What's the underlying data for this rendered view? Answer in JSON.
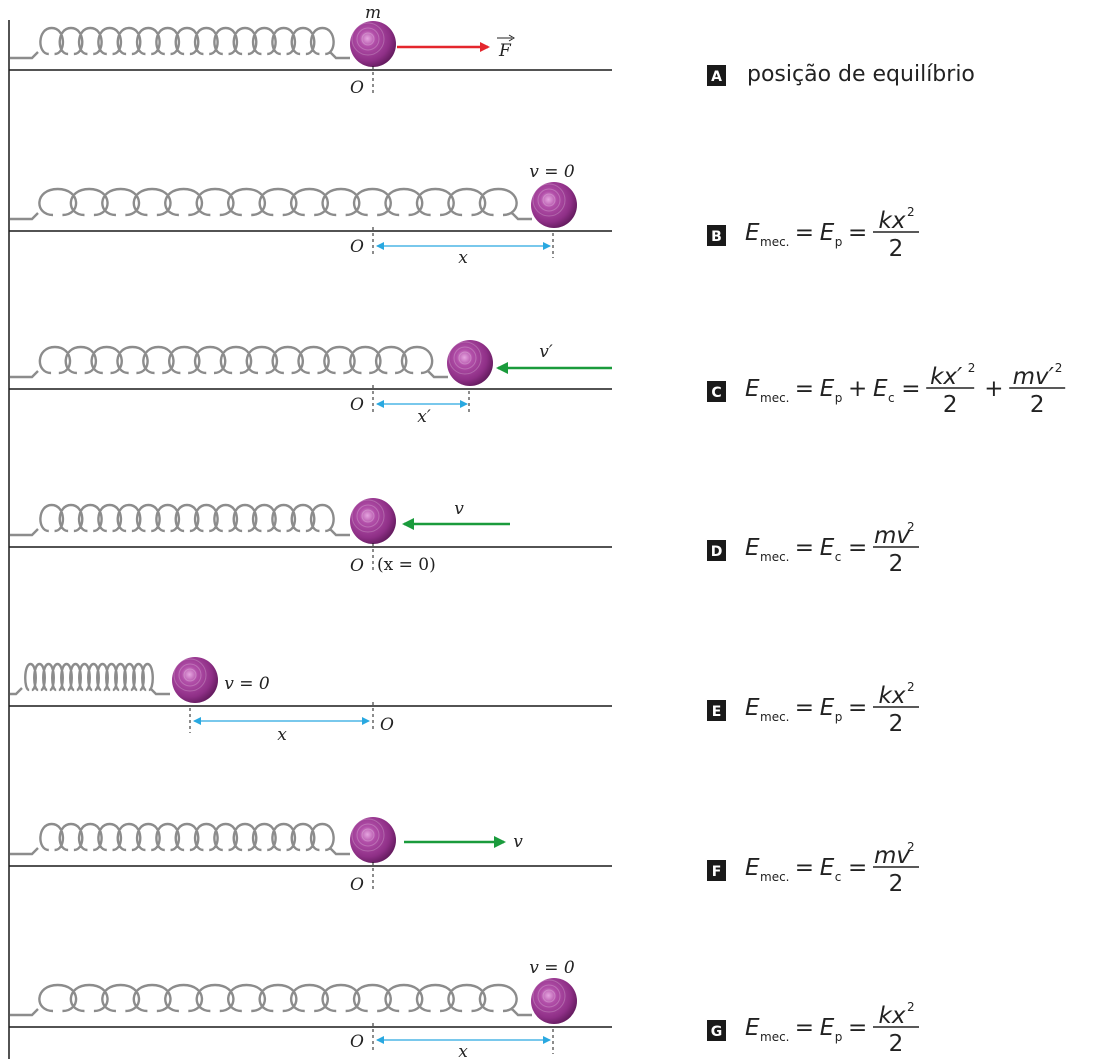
{
  "colors": {
    "ball": "#8e2f86",
    "spring": "#8c8c8c",
    "force_arrow": "#e4262d",
    "velocity_arrow": "#1a9b3c",
    "dimension_arrow": "#29a8e0",
    "tag_bg": "#1a1a1a"
  },
  "labels": {
    "mass": "m",
    "force": "F",
    "origin": "O",
    "v_zero": "v = 0",
    "x": "x",
    "x_prime": "x′",
    "v_prime": "v′",
    "v": "v",
    "x_eq_zero": "(x = 0)"
  },
  "equations": {
    "A": {
      "tag": "A",
      "text": "posição de equilíbrio"
    },
    "B": {
      "tag": "B",
      "lhs": "E",
      "lhs_sub": "mec.",
      "eq": "=",
      "t1": "E",
      "t1_sub": "p",
      "num": "kx",
      "sup": "2",
      "den": "2"
    },
    "C": {
      "tag": "C",
      "lhs": "E",
      "lhs_sub": "mec.",
      "eq": "=",
      "t1": "E",
      "t1_sub": "p",
      "plus": "+",
      "t2": "E",
      "t2_sub": "c",
      "num1": "kx′",
      "sup1": "2",
      "den1": "2",
      "num2": "mv′",
      "sup2": "2",
      "den2": "2"
    },
    "D": {
      "tag": "D",
      "lhs": "E",
      "lhs_sub": "mec.",
      "eq": "=",
      "t1": "E",
      "t1_sub": "c",
      "num": "mv",
      "sup": "2",
      "den": "2"
    },
    "E": {
      "tag": "E",
      "lhs": "E",
      "lhs_sub": "mec.",
      "eq": "=",
      "t1": "E",
      "t1_sub": "p",
      "num": "kx",
      "sup": "2",
      "den": "2"
    },
    "F": {
      "tag": "F",
      "lhs": "E",
      "lhs_sub": "mec.",
      "eq": "=",
      "t1": "E",
      "t1_sub": "c",
      "num": "mv",
      "sup": "2",
      "den": "2"
    },
    "G": {
      "tag": "G",
      "lhs": "E",
      "lhs_sub": "mec.",
      "eq": "=",
      "t1": "E",
      "t1_sub": "p",
      "num": "kx",
      "sup": "2",
      "den": "2"
    }
  }
}
